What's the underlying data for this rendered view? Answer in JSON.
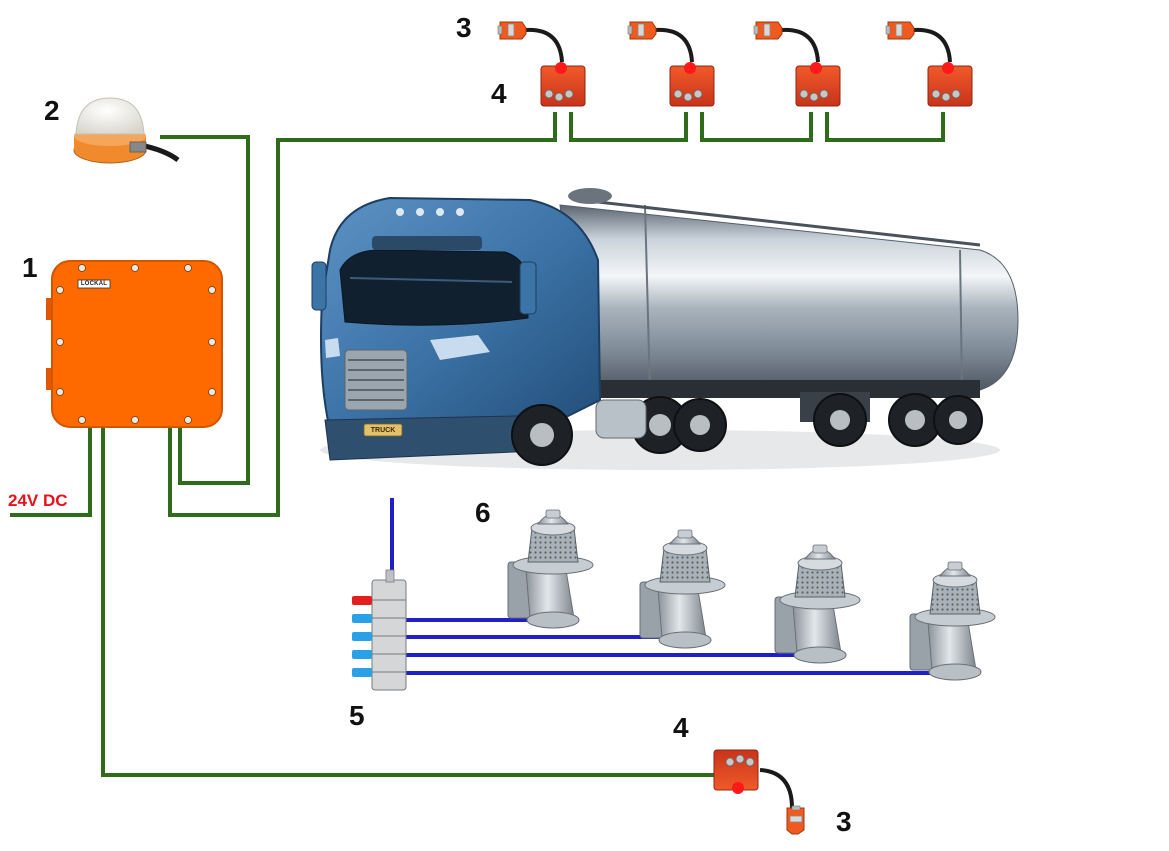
{
  "labels": {
    "controller": "1",
    "beacon": "2",
    "sensor_plug": "3",
    "sensor_box": "4",
    "valve_block": "5",
    "valves": "6"
  },
  "power_label": "24V DC",
  "logo_text": "LOCKAL",
  "truck_plate": "TRUCK",
  "colors": {
    "signal_wire": "#2e6b1a",
    "air_line": "#2020c8",
    "controller": "#ff6a00",
    "power_text": "#e8121b",
    "sensor_box": "#e8451c",
    "label_text": "#111111"
  }
}
